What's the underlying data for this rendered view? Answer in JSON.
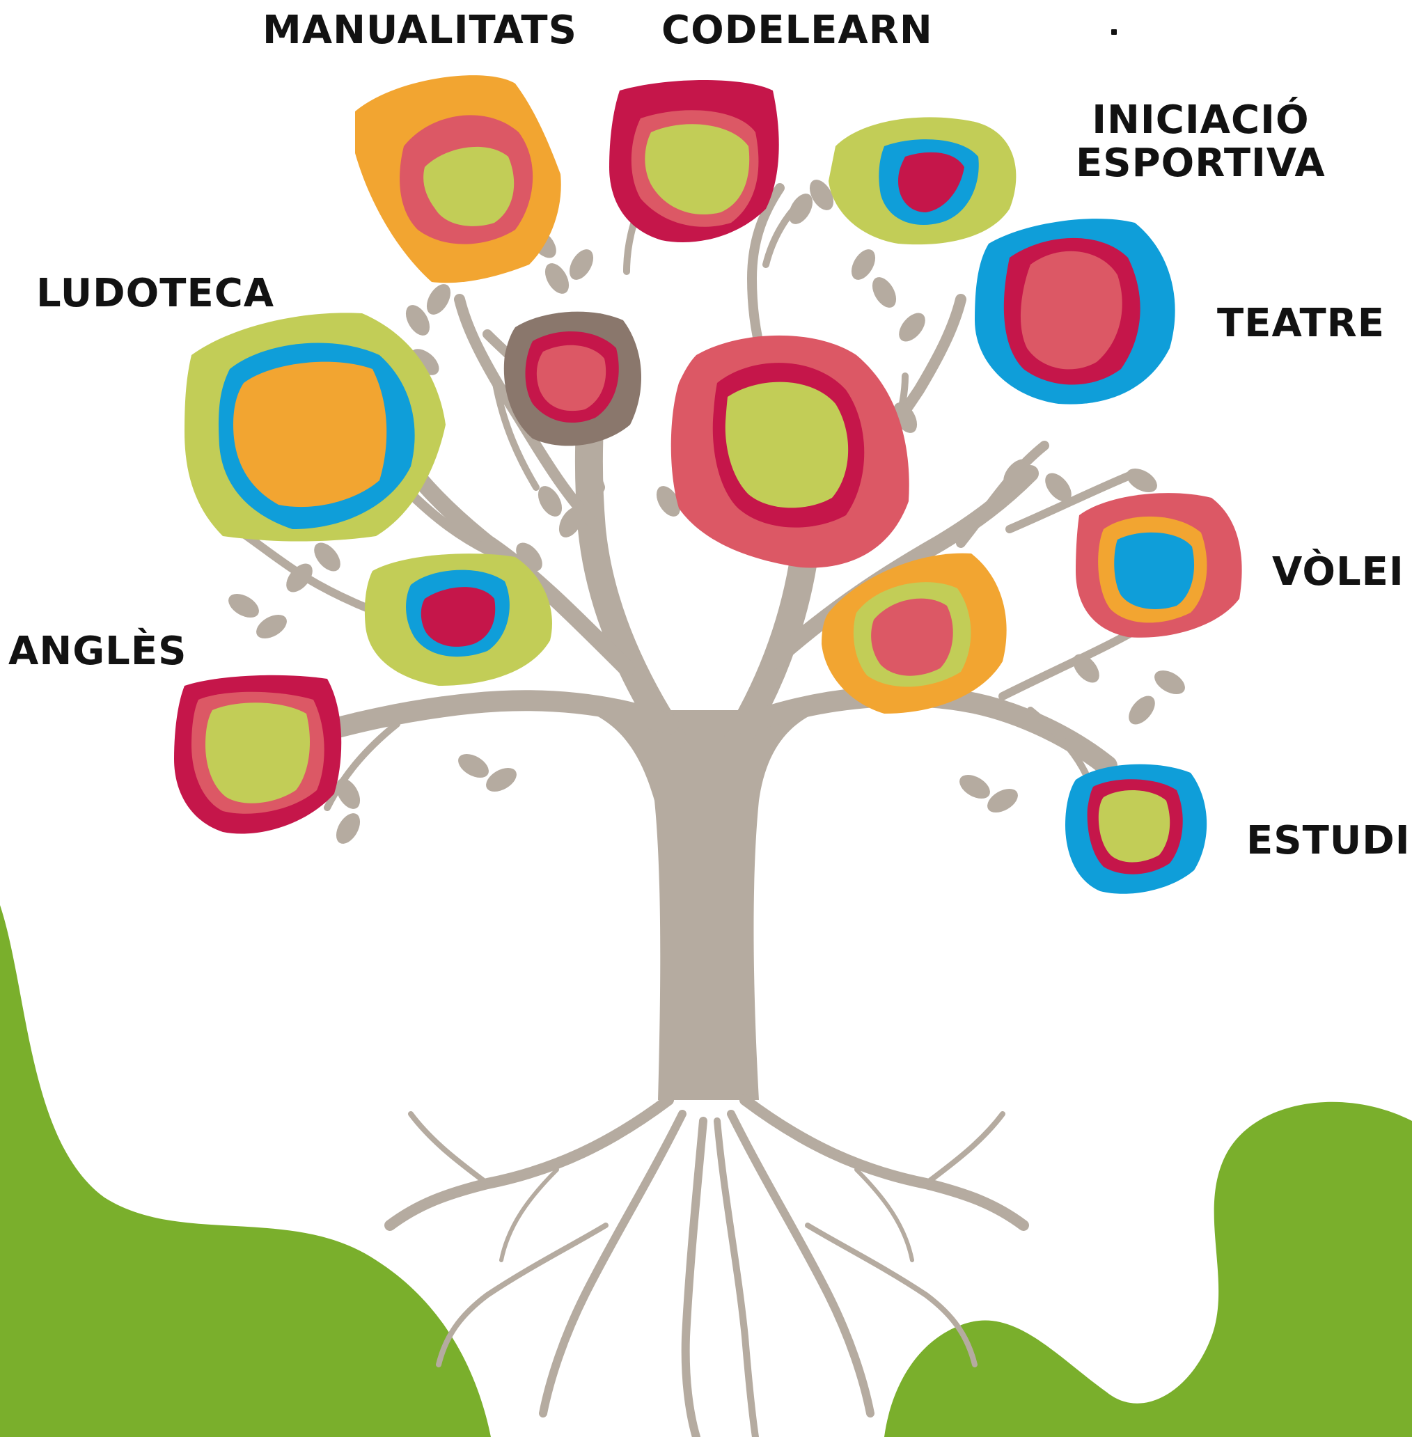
{
  "labels": {
    "manualitats": "MANUALITATS",
    "codelearn": "CODELEARN",
    "iniciacio_line1": "INICIACIÓ",
    "iniciacio_line2": "ESPORTIVA",
    "ludoteca": "LUDOTECA",
    "teatre": "TEATRE",
    "volei": "VÒLEI",
    "angles": "ANGLÈS",
    "estudi": "ESTUDI"
  },
  "colors": {
    "trunk": "#b5aba0",
    "green_wave": "#7aaf2c",
    "orange": "#f2a531",
    "pink": "#dc5865",
    "crimson": "#c5164a",
    "lime": "#c2cd57",
    "blue": "#0f9ed9",
    "brown": "#8a776c",
    "text": "#121212"
  },
  "icons": {
    "tree": "tree-illustration",
    "blob": "concentric-blob-icon",
    "wave": "green-wave-shape"
  }
}
